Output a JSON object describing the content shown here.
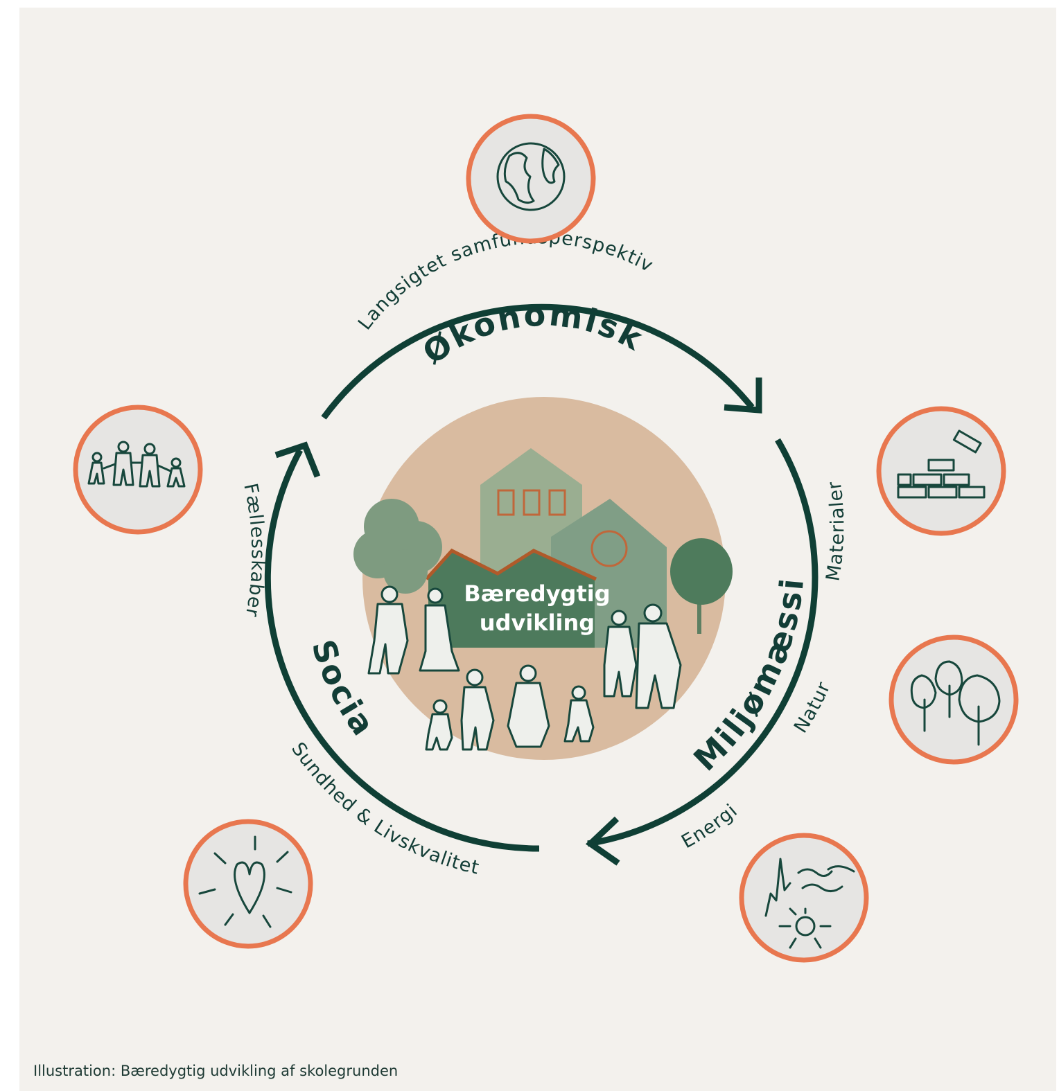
{
  "center": {
    "line1": "Bæredygtig",
    "line2": "udvikling"
  },
  "dimensions": {
    "economic": "Økonomisk",
    "environmental": "Miljømæssig",
    "social": "Social"
  },
  "aspects": {
    "long_term": "Langsigtet samfundsperspektiv",
    "materials": "Materialer",
    "nature": "Natur",
    "energy": "Energi",
    "health": "Sundhed & Livskvalitet",
    "community": "Fællesskaber"
  },
  "icons": [
    "globe-icon",
    "bricks-icon",
    "trees-icon",
    "energy-icon",
    "heart-icon",
    "family-icon"
  ],
  "colors": {
    "background": "#f3f1ed",
    "cycle_arrow": "#0f3f35",
    "icon_ring": "#e8774f",
    "icon_fill": "#e6e5e3",
    "center_circle": "#d9bba0"
  },
  "caption": "Illustration: Bæredygtig udvikling af skolegrunden"
}
